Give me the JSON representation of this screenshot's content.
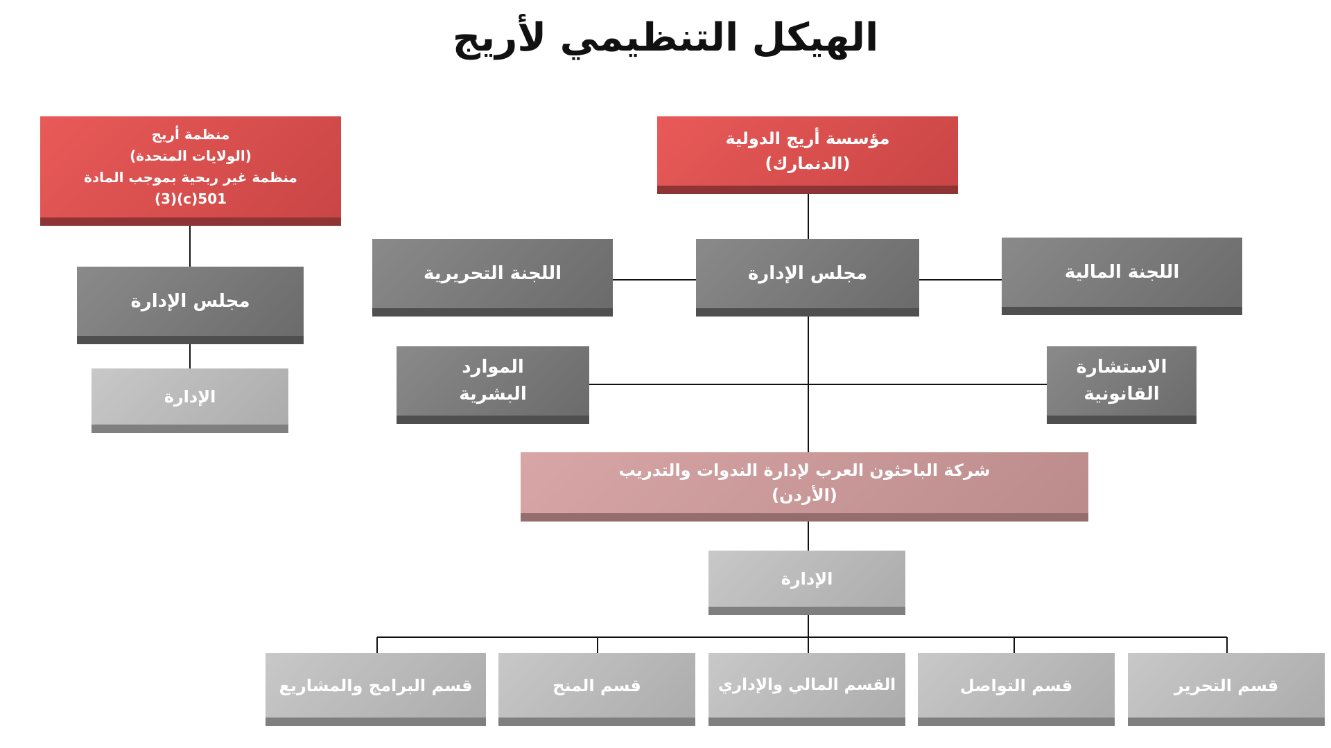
{
  "title": "الهيكل التنظيمي لأريج",
  "colors": {
    "red": "#d94f4e",
    "dark_gray": "#777777",
    "light_gray": "#b8b8b8",
    "pink": "#c99797",
    "connector": "#111111"
  },
  "us_branch": {
    "org": "منظمة أريج\n(الولايات المتحدة)\nمنظمة غير ربحية بموجب المادة\n501(c)(3)",
    "board": "مجلس الإدارة",
    "management": "الإدارة"
  },
  "denmark_branch": {
    "foundation": "مؤسسة أريج الدولية\n(الدنمارك)",
    "board": "مجلس الإدارة",
    "editorial_committee": "اللجنة التحريرية",
    "financial_committee": "اللجنة المالية",
    "human_resources": "الموارد\nالبشرية",
    "legal_counsel": "الاستشارة\nالقانونية",
    "jordan_company": "شركة الباحثون العرب لإدارة الندوات والتدريب\n(الأردن)",
    "management": "الإدارة",
    "departments": [
      "قسم البرامج والمشاريع",
      "قسم المنح",
      "القسم المالي والإداري",
      "قسم التواصل",
      "قسم التحرير"
    ]
  }
}
